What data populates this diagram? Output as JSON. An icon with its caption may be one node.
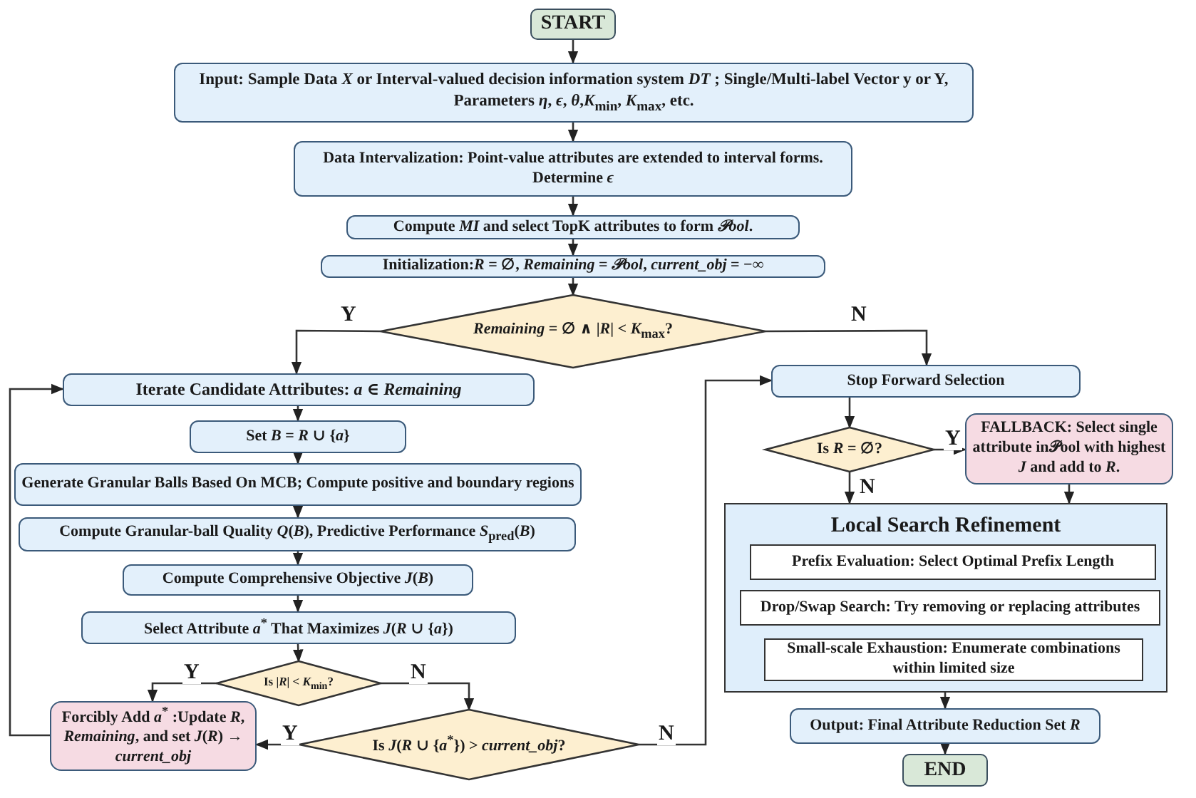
{
  "diagram": {
    "nodes": [
      {
        "text": [
          "START"
        ]
      },
      {
        "text": [
          "Input:  Sample Data *X* or Interval-valued decision information system *DT* ; Single/Multi-label Vector y or Y, Parameters *η*, *ϵ*, *θ*,*K*$_{min}$, *K*$_{max}$, etc."
        ]
      },
      {
        "text": [
          "Data Intervalization: Point-value attributes are extended to interval forms. Determine *ϵ*"
        ]
      },
      {
        "text": [
          "Compute *MI* and select TopK attributes to form *𝒫ool*."
        ]
      },
      {
        "text": [
          "Initialization:*R* = ∅, *Remaining* = *𝒫ool*, *current_obj* = −∞"
        ]
      },
      {
        "text": [
          "*Remaining* = ∅ ∧ |*R*| < *K*$_{max}$?"
        ]
      },
      {
        "text": [
          "Iterate Candidate Attributes: *a* ∈ *Remaining*"
        ]
      },
      {
        "text": [
          "Set *B* = *R* ∪ {*a*}"
        ]
      },
      {
        "text": [
          "Generate Granular Balls Based On MCB; Compute positive and boundary regions"
        ]
      },
      {
        "text": [
          "Compute Granular-ball Quality *Q*(*B*), Predictive Performance *S*$_{pred}$(*B*)"
        ]
      },
      {
        "text": [
          "Compute Comprehensive Objective  *J*(*B*)"
        ]
      },
      {
        "text": [
          "Select Attribute *a*$^{*}$ That Maximizes *J*(*R* ∪ {*a*})"
        ]
      },
      {
        "text": [
          "Is |*R*| < *K*$_{min}$?"
        ]
      },
      {
        "text": [
          "Forcibly Add *a*$^{*}$ :Update *R*, *Remaining*, and set *J*(*R*) → *current_obj*"
        ]
      },
      {
        "text": [
          "Is *J*(*R* ∪ {*a*$^{*}$}) > *current_obj*?"
        ]
      },
      {
        "text": [
          "Stop Forward Selection"
        ]
      },
      {
        "text": [
          "Is *R* = ∅?"
        ]
      },
      {
        "text": [
          "FALLBACK: Select single attribute in𝒫ool with highest *J* and add to *R*."
        ]
      },
      {
        "text": [
          "Local Search Refinement"
        ]
      },
      {
        "text": [
          "Prefix Evaluation: Select Optimal Prefix Length"
        ],
        "in": 18
      },
      {
        "text": [
          "Drop/Swap Search: Try removing or replacing attributes"
        ],
        "in": 18
      },
      {
        "text": [
          "Small-scale Exhaustion: Enumerate combinations within limited size"
        ],
        "in": 18
      },
      {
        "text": [
          "Output: Final Attribute Reduction Set *R*"
        ]
      },
      {
        "text": [
          "END"
        ]
      }
    ],
    "edges": [
      {
        "from": 0,
        "to": 1,
        "arrow": "to"
      },
      {
        "from": 1,
        "to": 2,
        "arrow": "to"
      },
      {
        "from": 2,
        "to": 3,
        "arrow": "to"
      },
      {
        "from": 3,
        "to": 4,
        "arrow": "to"
      },
      {
        "from": 4,
        "to": 5,
        "arrow": "to"
      },
      {
        "from": 5,
        "to": 6,
        "arrow": "to",
        "label": "Y"
      },
      {
        "from": 5,
        "to": 15,
        "arrow": "to",
        "label": "N"
      },
      {
        "from": 6,
        "to": 7,
        "arrow": "to"
      },
      {
        "from": 7,
        "to": 8,
        "arrow": "to"
      },
      {
        "from": 8,
        "to": 9,
        "arrow": "to"
      },
      {
        "from": 9,
        "to": 10,
        "arrow": "to"
      },
      {
        "from": 10,
        "to": 11,
        "arrow": "to"
      },
      {
        "from": 11,
        "to": 12,
        "arrow": "to"
      },
      {
        "from": 12,
        "to": 13,
        "arrow": "to",
        "label": "Y"
      },
      {
        "from": 12,
        "to": 14,
        "arrow": "to",
        "label": "N"
      },
      {
        "from": 14,
        "to": 13,
        "arrow": "to",
        "label": "Y"
      },
      {
        "from": 14,
        "to": 15,
        "arrow": "to",
        "label": "N"
      },
      {
        "from": 13,
        "to": 6,
        "arrow": "to"
      },
      {
        "from": 15,
        "to": 16,
        "arrow": "to"
      },
      {
        "from": 16,
        "to": 17,
        "arrow": "to",
        "label": "Y"
      },
      {
        "from": 16,
        "to": 18,
        "arrow": "to",
        "label": "N"
      },
      {
        "from": 17,
        "to": 18,
        "arrow": "to"
      },
      {
        "from": 18,
        "to": 22,
        "arrow": "to"
      },
      {
        "from": 22,
        "to": 23,
        "arrow": "to"
      }
    ]
  }
}
